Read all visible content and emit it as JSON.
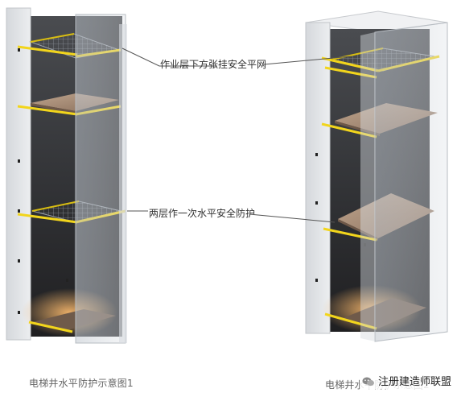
{
  "annotations": {
    "top": "作业层下方张挂安全平网",
    "middle": "两层作一次水平安全防护"
  },
  "captions": {
    "left": "电梯井水平防护示意图1",
    "right": "电梯井水平防护示意图2"
  },
  "watermark": {
    "text": "注册建造师联盟",
    "icon": "wechat-icon"
  },
  "colors": {
    "wall": "#e2e4e7",
    "wall_dark": "#c7cace",
    "glass": "#c9cfd6",
    "rail": "#f2d51c",
    "plate": "#a58a73",
    "warm_light": "#e8a15a",
    "leader": "#555555"
  }
}
